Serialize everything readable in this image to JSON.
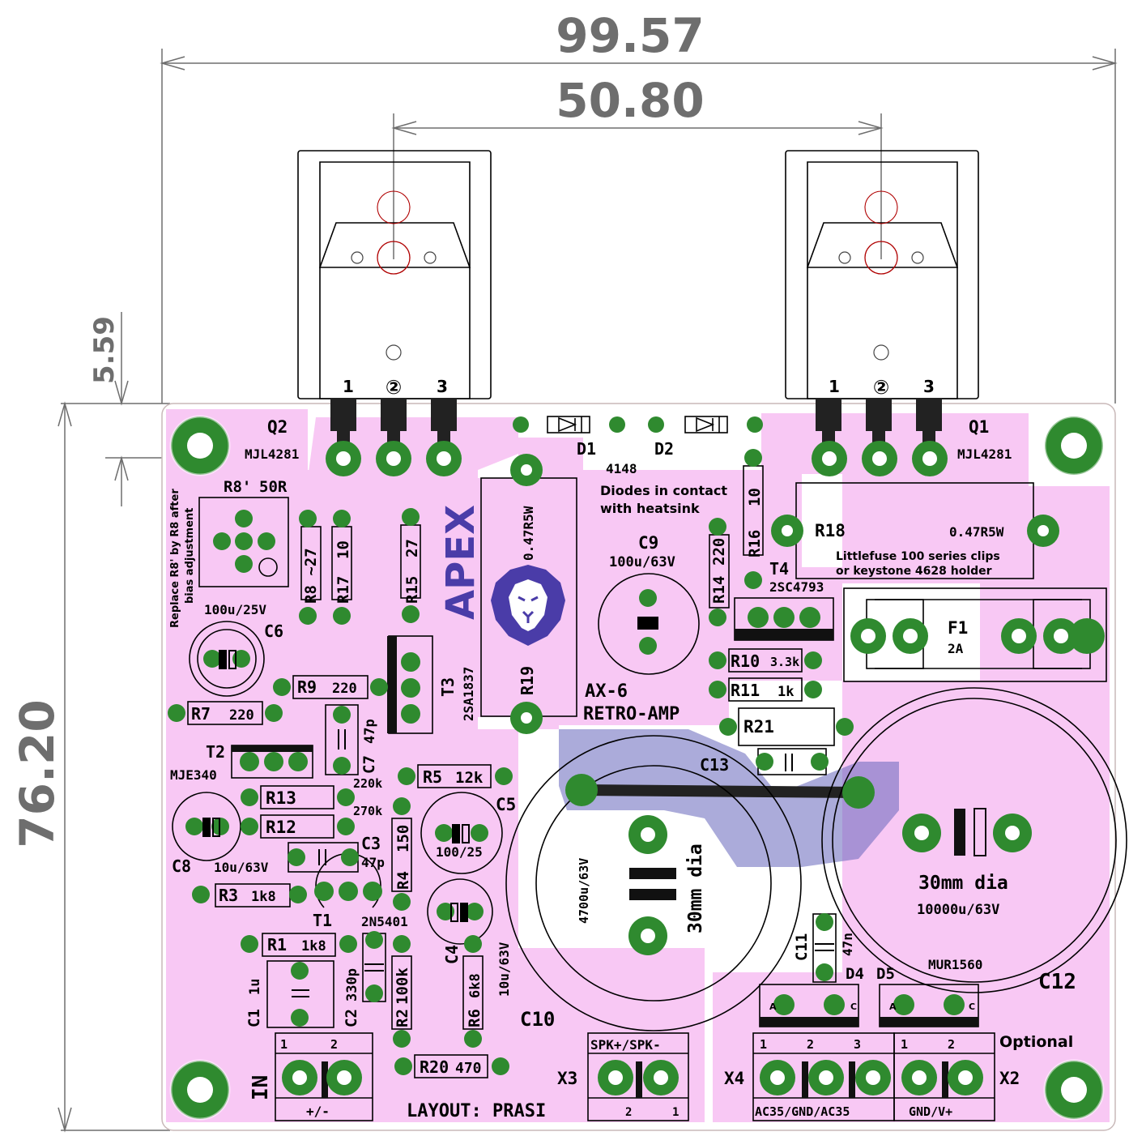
{
  "dimensions": {
    "total_width": "99.57",
    "hole_spacing": "50.80",
    "height": "76.20",
    "offset": "5.59"
  },
  "colors": {
    "board": "#ffffff",
    "copper_fill": "#f8c8f4",
    "pad": "#2f8a2f",
    "silkscreen": "#000000",
    "dimension": "#6e6e6e",
    "back_copper": "#6666bb",
    "logo": "#4a3ca8"
  },
  "transistors": {
    "q2": {
      "ref": "Q2",
      "part": "MJL4281"
    },
    "q1": {
      "ref": "Q1",
      "part": "MJL4281"
    },
    "pin1": "1",
    "pin2": "②",
    "pin3": "3"
  },
  "diodes": {
    "d1": "D1",
    "d2": "D2",
    "part": "4148",
    "note_line1": "Diodes in contact",
    "note_line2": "with heatsink"
  },
  "trimmer": {
    "ref": "R8'",
    "value": "50R",
    "note_line1": "Replace R8' by R8 after",
    "note_line2": "bias adjustment"
  },
  "resistors": {
    "r8": "R8 ~27",
    "r17": "R17",
    "r17_val": "10",
    "r15": "R15",
    "r15_val": "27",
    "r19_val": "0.47R5W",
    "r19": "R19",
    "r16": "R16",
    "r16_val": "10",
    "r14": "R14",
    "r14_val": "220",
    "r18": "R18",
    "r18_val": "0.47R5W",
    "r18_note1": "Littlefuse 100 series clips",
    "r18_note2": "or keystone 4628 holder",
    "r10": "R10",
    "r10_val": "3.3k",
    "r11": "R11",
    "r11_val": "1k",
    "r21": "R21",
    "r9": "R9",
    "r9_val": "220",
    "r7": "R7",
    "r7_val": "220",
    "r13": "R13",
    "r13_val": "220k",
    "r12": "R12",
    "r12_val": "270k",
    "r5": "R5",
    "r5_val": "12k",
    "r4": "R4",
    "r4_val": "150",
    "r3": "R3",
    "r3_val": "1k8",
    "r1": "R1",
    "r1_val": "1k8",
    "r2": "R2",
    "r2_val": "100k",
    "r6": "R6",
    "r6_val": "6k8",
    "r20": "R20",
    "r20_val": "470"
  },
  "capacitors": {
    "c6_val": "100u/25V",
    "c6": "C6",
    "c9": "C9",
    "c9_val": "100u/63V",
    "c7": "C7",
    "c7_val": "47p",
    "c13": "C13",
    "c5": "C5",
    "c5_val": "100/25",
    "c8": "C8",
    "c8_val": "10u/63V",
    "c3": "C3",
    "c3_val": "47p",
    "c4": "C4",
    "c4_val": "10u/63V",
    "c1": "C1",
    "c1_val": "1u",
    "c2": "C2",
    "c2_val": "330p",
    "c10": "C10",
    "c10_val": "4700u/63V",
    "c10_dia": "30mm dia",
    "c12": "C12",
    "c12_val": "10000u/63V",
    "c12_dia": "30mm dia",
    "c11": "C11",
    "c11_val": "47n"
  },
  "semis": {
    "t3": "T3",
    "t3_part": "2SA1837",
    "t4": "T4",
    "t4_part": "2SC4793",
    "t2": "T2",
    "t2_part": "MJE340",
    "t1": "T1",
    "t1_part": "2N5401",
    "d4": "D4",
    "d5": "D5",
    "d_part": "MUR1560",
    "d_anode": "A",
    "d_cathode": "C"
  },
  "fuse": {
    "ref": "F1",
    "value": "2A"
  },
  "branding": {
    "logo": "APEX",
    "model": "AX-6",
    "name": "RETRO-AMP",
    "layout": "LAYOUT: PRASI"
  },
  "connectors": {
    "in_label": "IN",
    "in_pins": "+/-",
    "x3": "X3",
    "x3_top": "SPK+/SPK-",
    "x3_pin2": "2",
    "x3_pin1": "1",
    "x4": "X4",
    "x4_pins": "AC35/GND/AC35",
    "x2": "X2",
    "x2_pins": "GND/V+",
    "optional": "Optional",
    "pin1": "1",
    "pin2": "2",
    "pin3": "3"
  }
}
